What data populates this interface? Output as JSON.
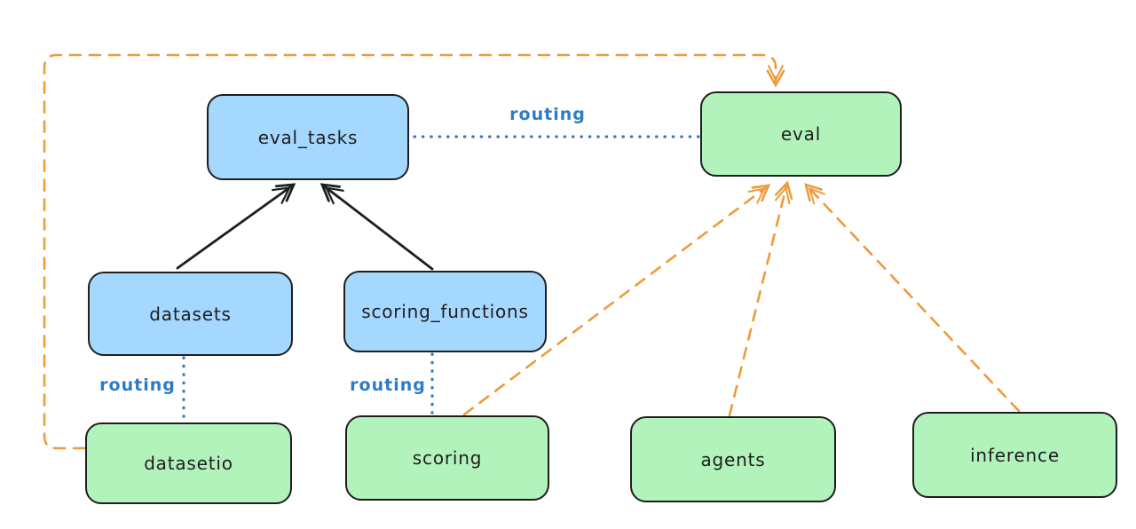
{
  "diagram": {
    "background": "#ffffff",
    "colors": {
      "blue_fill": "#a5d8ff",
      "green_fill": "#b2f2bb",
      "stroke_dark": "#1e1e1e",
      "routing_blue": "#2f7bc3",
      "orange": "#ec9b3d"
    },
    "nodes": [
      {
        "id": "eval_tasks",
        "label": "eval_tasks",
        "color": "blue"
      },
      {
        "id": "eval",
        "label": "eval",
        "color": "green"
      },
      {
        "id": "datasets",
        "label": "datasets",
        "color": "blue"
      },
      {
        "id": "scoring_functions",
        "label": "scoring_functions",
        "color": "blue"
      },
      {
        "id": "datasetio",
        "label": "datasetio",
        "color": "green"
      },
      {
        "id": "scoring",
        "label": "scoring",
        "color": "green"
      },
      {
        "id": "agents",
        "label": "agents",
        "color": "green"
      },
      {
        "id": "inference",
        "label": "inference",
        "color": "green"
      }
    ],
    "edges": [
      {
        "from": "datasets",
        "to": "eval_tasks",
        "style": "solid-arrow",
        "color": "#1e1e1e"
      },
      {
        "from": "scoring_functions",
        "to": "eval_tasks",
        "style": "solid-arrow",
        "color": "#1e1e1e"
      },
      {
        "from": "eval_tasks",
        "to": "eval",
        "style": "dotted",
        "label": "routing",
        "color": "#2f7bc3"
      },
      {
        "from": "datasets",
        "to": "datasetio",
        "style": "dotted",
        "label": "routing",
        "color": "#2f7bc3"
      },
      {
        "from": "scoring_functions",
        "to": "scoring",
        "style": "dotted",
        "label": "routing",
        "color": "#2f7bc3"
      },
      {
        "from": "datasetio",
        "to": "eval",
        "style": "dashed-arrow",
        "color": "#ec9b3d"
      },
      {
        "from": "scoring",
        "to": "eval",
        "style": "dashed-arrow",
        "color": "#ec9b3d"
      },
      {
        "from": "agents",
        "to": "eval",
        "style": "dashed-arrow",
        "color": "#ec9b3d"
      },
      {
        "from": "inference",
        "to": "eval",
        "style": "dashed-arrow",
        "color": "#ec9b3d"
      }
    ]
  }
}
